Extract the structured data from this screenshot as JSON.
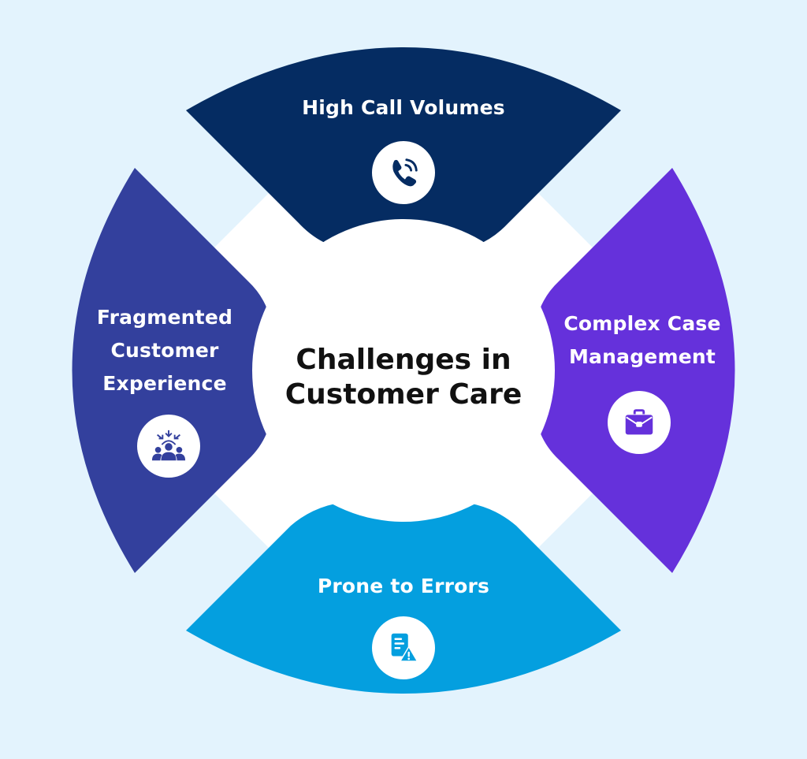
{
  "diagram": {
    "title": "Challenges in Customer Care",
    "title_lines": [
      "Challenges in",
      "Customer Care"
    ],
    "background_color": "#e3f3fd",
    "center_color": "#ffffff",
    "segments": [
      {
        "id": "top",
        "label": "High Call Volumes",
        "label_lines": [
          "High Call Volumes"
        ],
        "icon": "phone-ringing-icon",
        "color": "#052c62"
      },
      {
        "id": "right",
        "label": "Complex Case Management",
        "label_lines": [
          "Complex Case",
          "Management"
        ],
        "icon": "briefcase-icon",
        "color": "#6531db"
      },
      {
        "id": "bottom",
        "label": "Prone to Errors",
        "label_lines": [
          "Prone to Errors"
        ],
        "icon": "document-warning-icon",
        "color": "#049fdf"
      },
      {
        "id": "left",
        "label": "Fragmented Customer Experience",
        "label_lines": [
          "Fragmented",
          "Customer",
          "Experience"
        ],
        "icon": "group-focus-icon",
        "color": "#33409d"
      }
    ]
  }
}
